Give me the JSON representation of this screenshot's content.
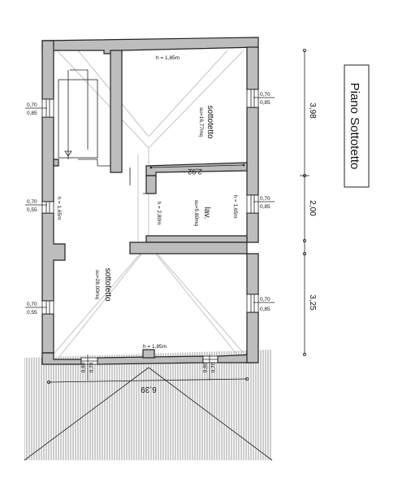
{
  "title": "Piano Sottotetto",
  "rooms": {
    "top_room_name": "sottotetto",
    "top_room_area": "su=16,77mq",
    "top_room_height": "h = 1,85m",
    "lav_name": "lav.",
    "lav_area": "su=5,80mq",
    "lav_height_left": "h = 2,80m",
    "lav_height_right": "h = 1,65m",
    "left_height": "h = 1,65m",
    "bottom_room_name": "sottotetto",
    "bottom_room_area": "su=28,00mq",
    "bottom_room_height": "h = 1,85m"
  },
  "windows": {
    "left_1_top": "0,70",
    "left_1_bottom": "0,85",
    "left_2_top": "0,70",
    "left_2_bottom": "0,55",
    "left_3_top": "0,70",
    "left_3_bottom": "0,55",
    "right_1_top": "0,70",
    "right_1_bottom": "0,85",
    "right_2_top": "0,70",
    "right_2_bottom": "0,85",
    "right_3_top": "0,70",
    "right_3_bottom": "0,85",
    "bottom_1_a": "0,70",
    "bottom_1_b": "0,90",
    "bottom_2_a": "0,70",
    "bottom_2_b": "0,90"
  },
  "dimensions": {
    "interior": "2,92",
    "seg_1": "3,98",
    "seg_2": "2,00",
    "seg_3": "3,25",
    "overall_bottom": "6,39"
  }
}
